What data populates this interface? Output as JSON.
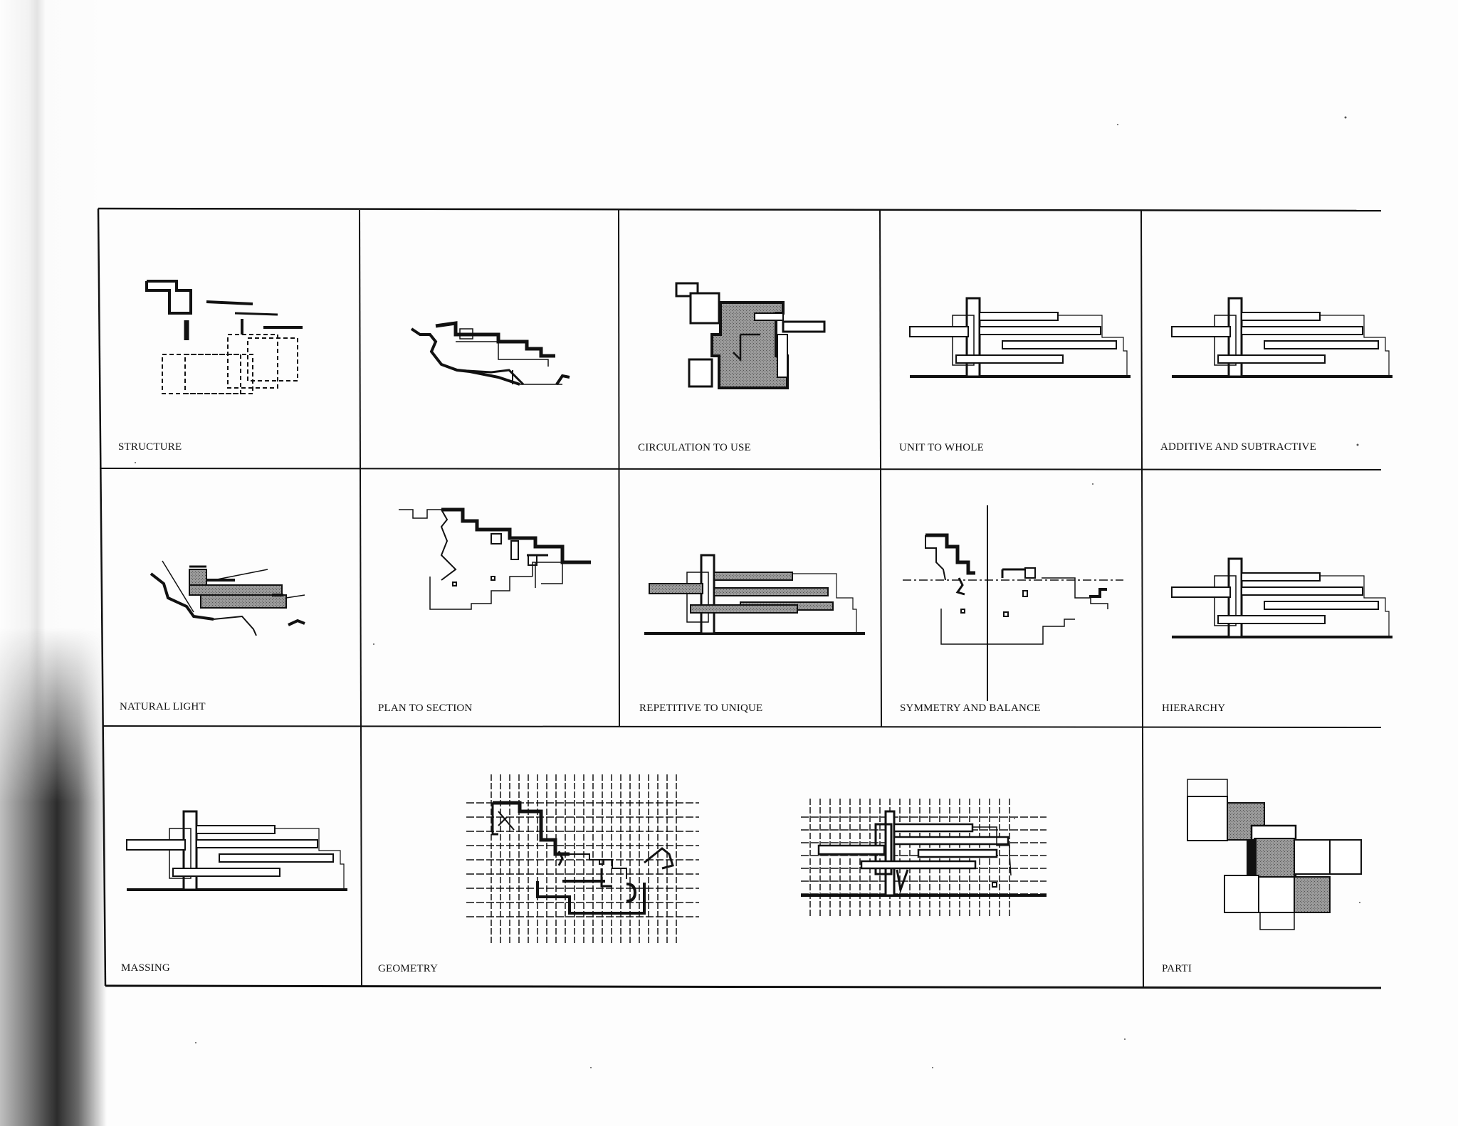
{
  "panels": [
    {
      "id": "structure",
      "label": "STRUCTURE"
    },
    {
      "id": "plan-to-section",
      "label": "PLAN TO SECTION"
    },
    {
      "id": "circulation-to-use",
      "label": "CIRCULATION TO USE"
    },
    {
      "id": "unit-to-whole",
      "label": "UNIT TO WHOLE"
    },
    {
      "id": "additive-and-subtractive",
      "label": "ADDITIVE AND SUBTRACTIVE"
    },
    {
      "id": "natural-light",
      "label": "NATURAL LIGHT"
    },
    {
      "id": "repetitive-to-unique",
      "label": "REPETITIVE TO UNIQUE"
    },
    {
      "id": "symmetry-and-balance",
      "label": "SYMMETRY AND BALANCE"
    },
    {
      "id": "hierarchy",
      "label": "HIERARCHY"
    },
    {
      "id": "massing",
      "label": "MASSING"
    },
    {
      "id": "geometry",
      "label": "GEOMETRY"
    },
    {
      "id": "parti",
      "label": "PARTI"
    }
  ],
  "colors": {
    "ink": "#111111",
    "hatch": "#8c8c8c",
    "paper": "#fdfdfd"
  }
}
